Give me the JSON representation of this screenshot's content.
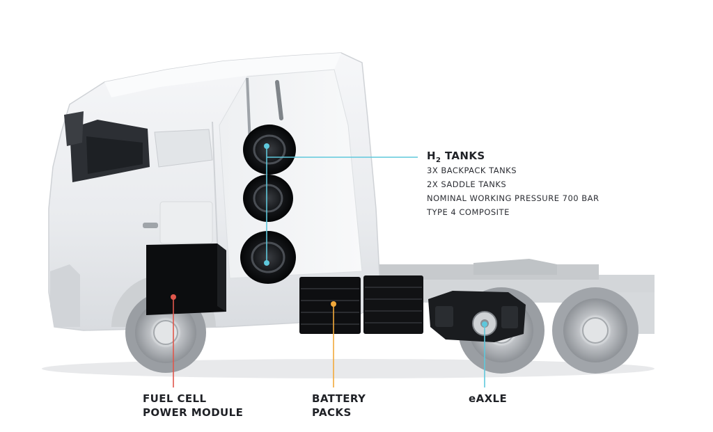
{
  "colors": {
    "tanks": "#5ec8dc",
    "fuel_cell": "#e0574c",
    "battery": "#f2a93b",
    "eaxle": "#5ec8dc",
    "text": "#1f2126"
  },
  "callouts": {
    "h2_tanks": {
      "title_main": "H",
      "title_sub": "2",
      "title_rest": " TANKS",
      "details": [
        "3X BACKPACK TANKS",
        "2X SADDLE TANKS",
        "NOMINAL WORKING PRESSURE 700 BAR",
        "TYPE 4 COMPOSITE"
      ]
    },
    "fuel_cell": {
      "line1": "FUEL CELL",
      "line2": "POWER MODULE"
    },
    "battery": {
      "line1": "BATTERY",
      "line2": "PACKS"
    },
    "eaxle": {
      "line1": "eAXLE"
    }
  }
}
